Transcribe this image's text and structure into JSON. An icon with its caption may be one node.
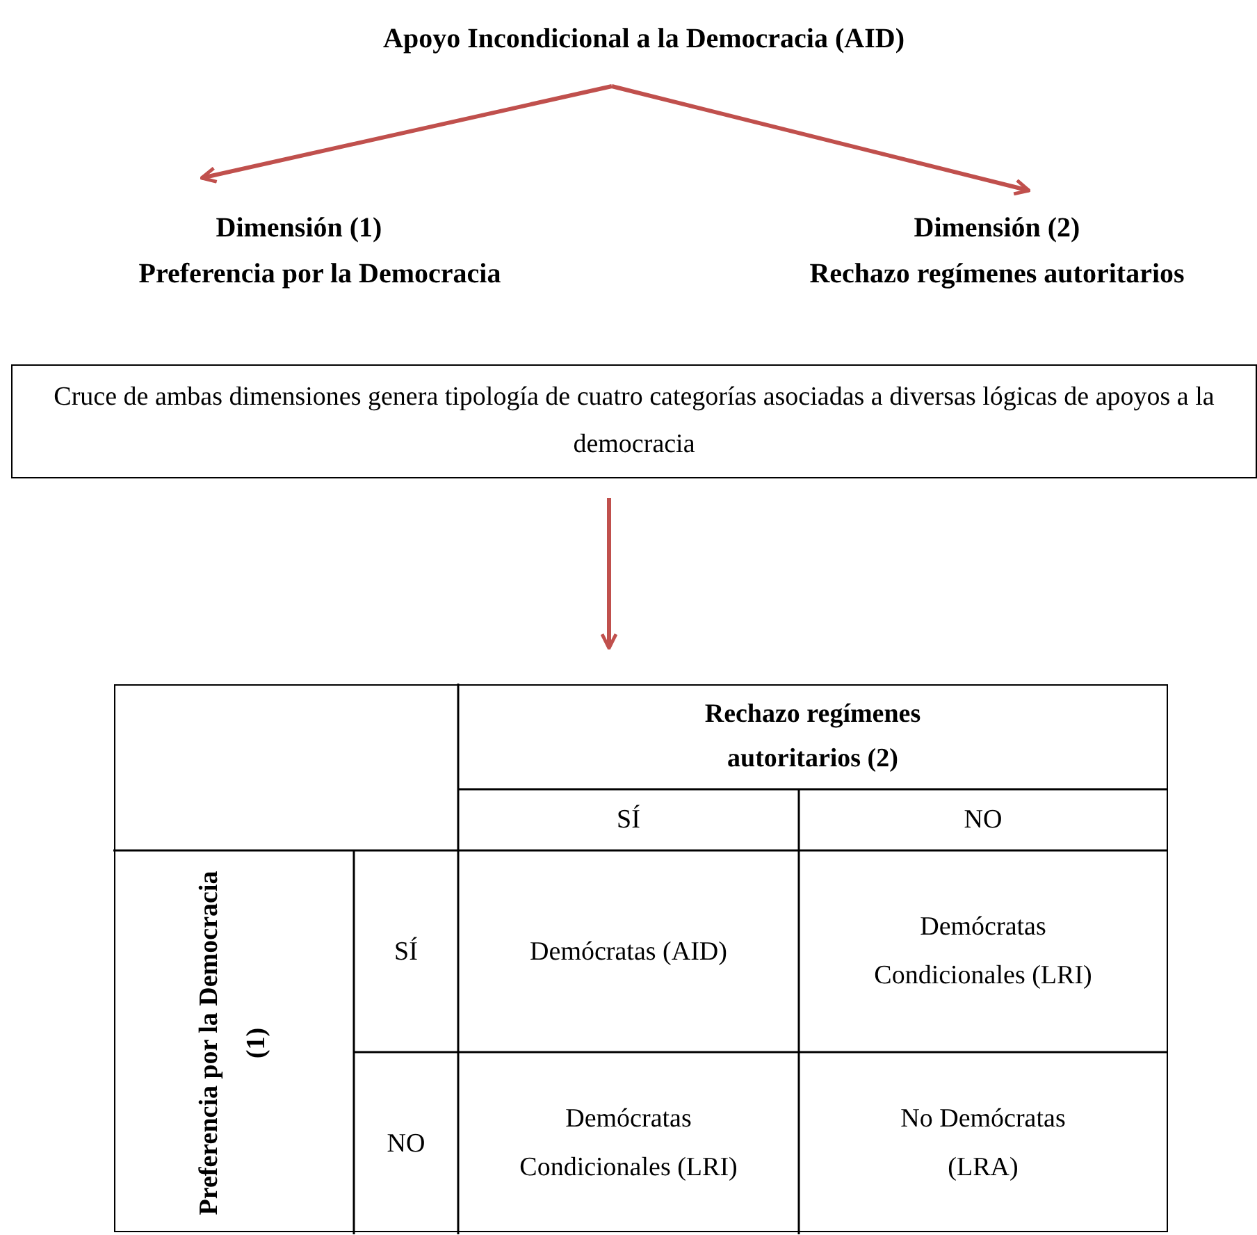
{
  "diagram": {
    "nodes": [
      {
        "text": [
          "Apoyo Incondicional a la Democracia (AID)"
        ]
      },
      {
        "text": [
          "Dimensión (1)",
          "Preferencia por la Democracia"
        ]
      },
      {
        "text": [
          "Dimensión (2)",
          "Rechazo regímenes autoritarios"
        ]
      },
      {
        "text": [
          "Cruce de ambas dimensiones genera tipología de cuatro categorías asociadas a diversas lógicas de apoyos a la democracia"
        ]
      },
      {
        "text": [
          "Rechazo regímenes autoritarios (2)",
          "SÍ",
          "NO",
          "Preferencia por la Democracia (1)",
          "SÍ",
          "Demócratas (AID)",
          "Demócratas Condicionales (LRI)",
          "NO",
          "Demócratas Condicionales (LRI)",
          "No Demócratas (LRA)"
        ]
      }
    ],
    "edges": [
      {
        "from": 0,
        "to": 1,
        "arrow": "to"
      },
      {
        "from": 0,
        "to": 2,
        "arrow": "to"
      },
      {
        "from": 3,
        "to": 4,
        "arrow": "to"
      }
    ]
  }
}
